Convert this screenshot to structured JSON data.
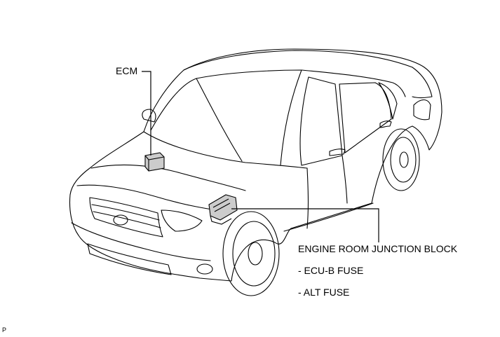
{
  "labels": {
    "ecm": "ECM",
    "engine_room_junction_block": "ENGINE ROOM JUNCTION BLOCK",
    "ecu_b_fuse": "- ECU-B FUSE",
    "alt_fuse": "- ALT FUSE",
    "figure_code": "P"
  },
  "colors": {
    "line": "#000000",
    "background": "#ffffff",
    "component_fill": "#cccccc"
  }
}
